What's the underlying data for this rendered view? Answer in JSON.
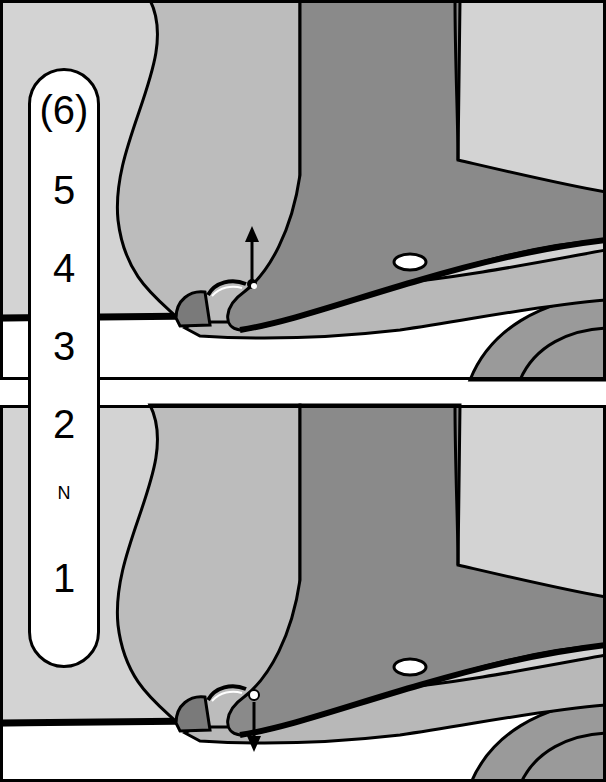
{
  "diagram": {
    "nodes": [
      {
        "text": [
          "(6)",
          "5",
          "4",
          "3",
          "2",
          "N",
          "1"
        ]
      }
    ]
  }
}
